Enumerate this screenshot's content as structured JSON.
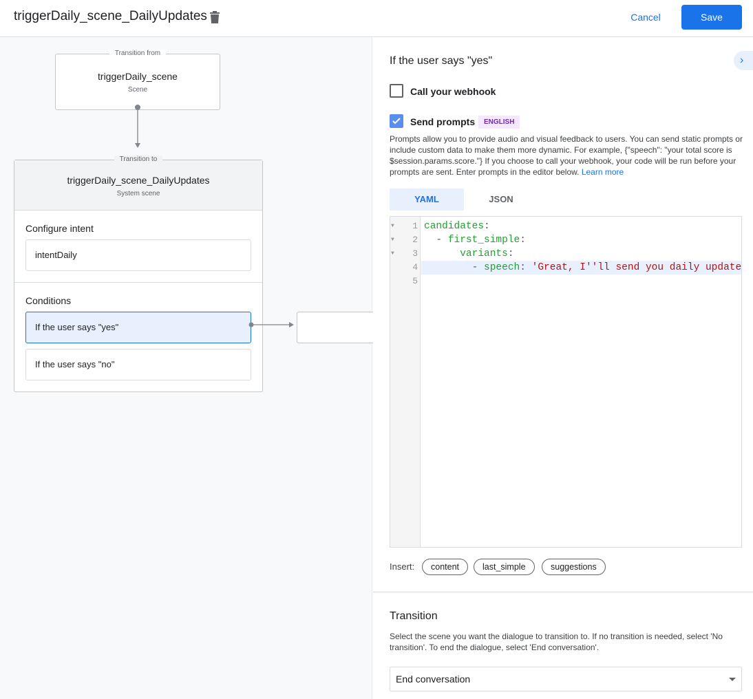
{
  "header": {
    "title": "triggerDaily_scene_DailyUpdates",
    "cancel_label": "Cancel",
    "save_label": "Save"
  },
  "canvas": {
    "from": {
      "legend": "Transition from",
      "name": "triggerDaily_scene",
      "type": "Scene"
    },
    "to": {
      "legend": "Transition to",
      "name": "triggerDaily_scene_DailyUpdates",
      "type": "System scene",
      "intent_heading": "Configure intent",
      "intent": "intentDaily",
      "conditions_heading": "Conditions",
      "conditions": [
        "If the user says \"yes\"",
        "If the user says \"no\""
      ]
    }
  },
  "panel": {
    "title": "If the user says \"yes\"",
    "webhook_label": "Call your webhook",
    "webhook_checked": false,
    "prompts_label": "Send prompts",
    "prompts_checked": true,
    "language_badge": "ENGLISH",
    "description": "Prompts allow you to provide audio and visual feedback to users. You can send static prompts or include custom data to make them more dynamic. For example, {\"speech\": \"your total score is $session.params.score.\"} If you choose to call your webhook, your code will be run before your prompts are sent. Enter prompts in the editor below.",
    "learn_more": "Learn more",
    "tabs": [
      "YAML",
      "JSON"
    ],
    "active_tab": "YAML",
    "code": {
      "line_numbers": [
        "1",
        "2",
        "3",
        "4",
        "5"
      ],
      "l1_key": "candidates",
      "l2_key": "first_simple",
      "l3_key": "variants",
      "l4_key": "speech",
      "l4_value": "'Great, I''ll send you daily updates."
    },
    "insert_label": "Insert:",
    "insert_chips": [
      "content",
      "last_simple",
      "suggestions"
    ],
    "transition_title": "Transition",
    "transition_desc": "Select the scene you want the dialogue to transition to. If no transition is needed, select 'No transition'. To end the dialogue, select 'End conversation'.",
    "transition_value": "End conversation"
  },
  "colors": {
    "accent": "#1a73e8",
    "badge_bg": "#f3e8fd",
    "badge_text": "#7627bb",
    "selected_bg": "#e8f0fe"
  }
}
